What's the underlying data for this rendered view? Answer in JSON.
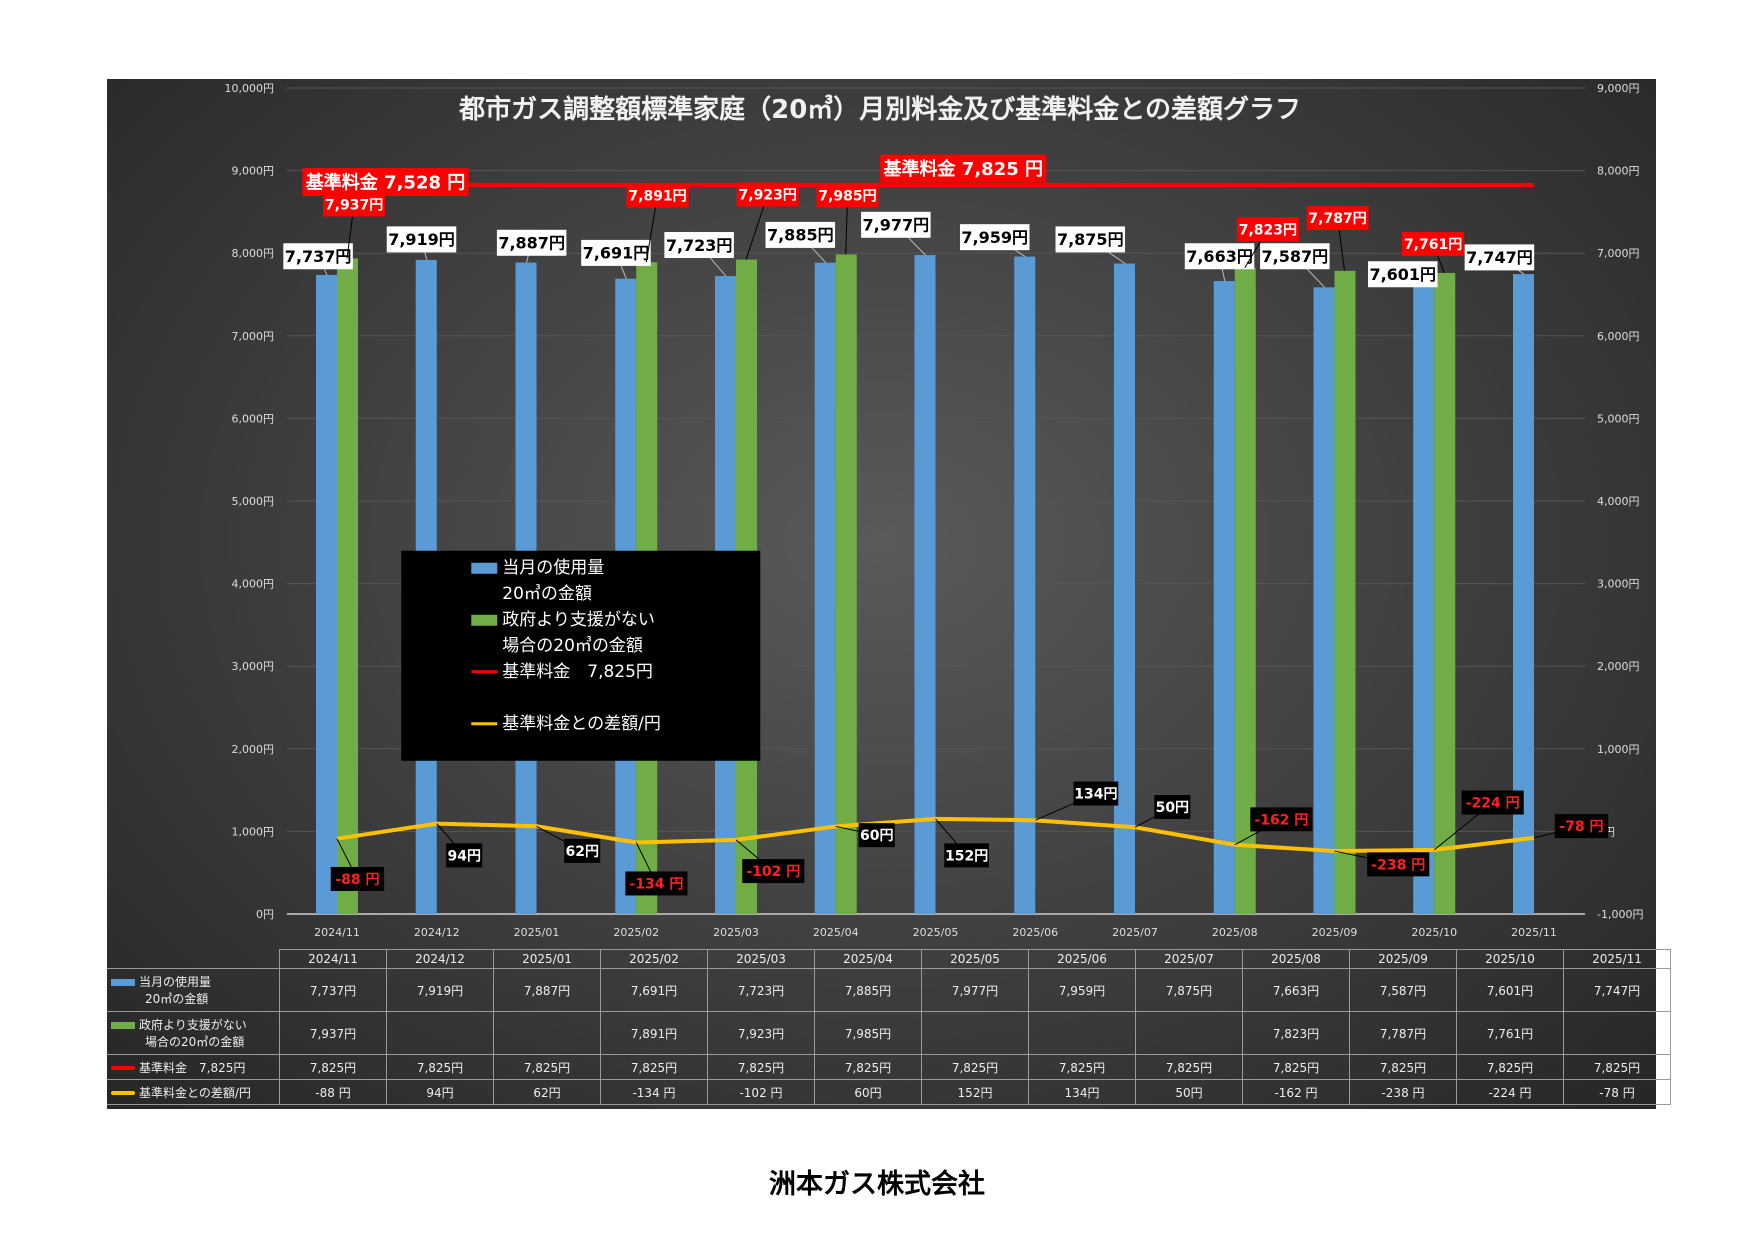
{
  "chart_data": {
    "type": "bar",
    "title": "都市ガス調整額標準家庭（20㎥）月別料金及び基準料金との差額グラフ",
    "categories": [
      "2024/11",
      "2024/12",
      "2025/01",
      "2025/02",
      "2025/03",
      "2025/04",
      "2025/05",
      "2025/06",
      "2025/07",
      "2025/08",
      "2025/09",
      "2025/10",
      "2025/11"
    ],
    "left_axis": {
      "min": 0,
      "max": 10000,
      "step": 1000,
      "ticks": [
        "0円",
        "1,000円",
        "2,000円",
        "3,000円",
        "4,000円",
        "5,000円",
        "6,000円",
        "7,000円",
        "8,000円",
        "9,000円",
        "10,000円"
      ]
    },
    "right_axis": {
      "min": -1000,
      "max": 9000,
      "step": 1000,
      "ticks": [
        "-1,000円",
        "0円",
        "1,000円",
        "2,000円",
        "3,000円",
        "4,000円",
        "5,000円",
        "6,000円",
        "7,000円",
        "8,000円",
        "9,000円"
      ]
    },
    "series": [
      {
        "name": "当月の使用量20㎥の金額",
        "legend_lines": [
          "当月の使用量",
          "20㎥の金額"
        ],
        "table_lines": [
          "当月の使用量",
          "20㎥の金額"
        ],
        "type": "bar",
        "axis": "left",
        "color": "#5b9bd5",
        "values": [
          7737,
          7919,
          7887,
          7691,
          7723,
          7885,
          7977,
          7959,
          7875,
          7663,
          7587,
          7601,
          7747
        ],
        "labels": [
          "7,737円",
          "7,919円",
          "7,887円",
          "7,691円",
          "7,723円",
          "7,885円",
          "7,977円",
          "7,959円",
          "7,875円",
          "7,663円",
          "7,587円",
          "7,601円",
          "7,747円"
        ]
      },
      {
        "name": "政府より支援がない場合の20㎥の金額",
        "legend_lines": [
          "政府より支援がない",
          "場合の20㎥の金額"
        ],
        "table_lines": [
          "政府より支援がない",
          "場合の20㎥の金額"
        ],
        "type": "bar",
        "axis": "left",
        "color": "#70ad47",
        "values": [
          7937,
          null,
          null,
          7891,
          7923,
          7985,
          null,
          null,
          null,
          7823,
          7787,
          7761,
          null
        ],
        "labels": [
          "7,937円",
          "",
          "",
          "7,891円",
          "7,923円",
          "7,985円",
          "",
          "",
          "",
          "7,823円",
          "7,787円",
          "7,761円",
          ""
        ]
      },
      {
        "name": "基準料金 7,825円",
        "legend_lines": [
          "基準料金　7,825円"
        ],
        "table_lines": [
          "基準料金　7,825円"
        ],
        "type": "line",
        "axis": "right",
        "color": "#ff0000",
        "values": [
          7825,
          7825,
          7825,
          7825,
          7825,
          7825,
          7825,
          7825,
          7825,
          7825,
          7825,
          7825,
          7825
        ],
        "labels": [
          "7,825円",
          "7,825円",
          "7,825円",
          "7,825円",
          "7,825円",
          "7,825円",
          "7,825円",
          "7,825円",
          "7,825円",
          "7,825円",
          "7,825円",
          "7,825円",
          "7,825円"
        ]
      },
      {
        "name": "基準料金との差額/円",
        "legend_lines": [
          "基準料金との差額/円"
        ],
        "table_lines": [
          "基準料金との差額/円"
        ],
        "type": "line",
        "axis": "right",
        "color": "#ffc000",
        "values": [
          -88,
          94,
          62,
          -134,
          -102,
          60,
          152,
          134,
          50,
          -162,
          -238,
          -224,
          -78
        ],
        "labels": [
          "-88 円",
          "94円",
          "62円",
          "-134 円",
          "-102 円",
          "60円",
          "152円",
          "134円",
          "50円",
          "-162 円",
          "-238 円",
          "-224 円",
          "-78 円"
        ]
      }
    ],
    "callouts": [
      "基準料金  7,528  円",
      "基準料金  7,825  円"
    ],
    "legend_placement": "center-left",
    "grid": true
  },
  "footer": {
    "company": "洲本ガス株式会社"
  }
}
